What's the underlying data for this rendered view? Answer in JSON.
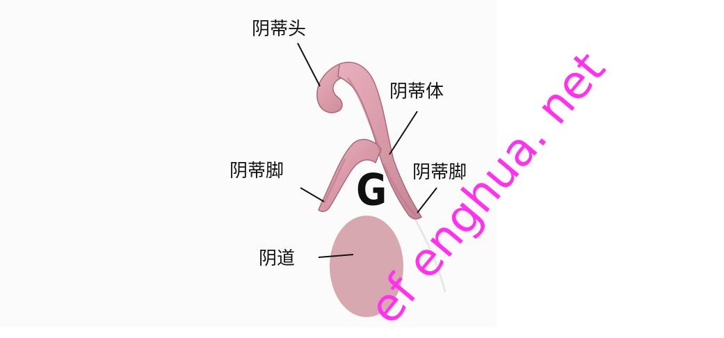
{
  "labels": {
    "glans": "阴蒂头",
    "body": "阴蒂体",
    "crus_left": "阴蒂脚",
    "crus_right": "阴蒂脚",
    "vagina": "阴道",
    "g_spot": "G"
  },
  "watermark": "ef enghua. net",
  "colors": {
    "clitoris_fill": "#d99aa8",
    "clitoris_shade": "#b87486",
    "vagina_fill": "#d8a8b0",
    "watermark": "#ff33ee",
    "text": "#111111"
  },
  "icons": {
    "clitoris": "clitoris-illustration",
    "vagina": "vagina-ellipse"
  }
}
